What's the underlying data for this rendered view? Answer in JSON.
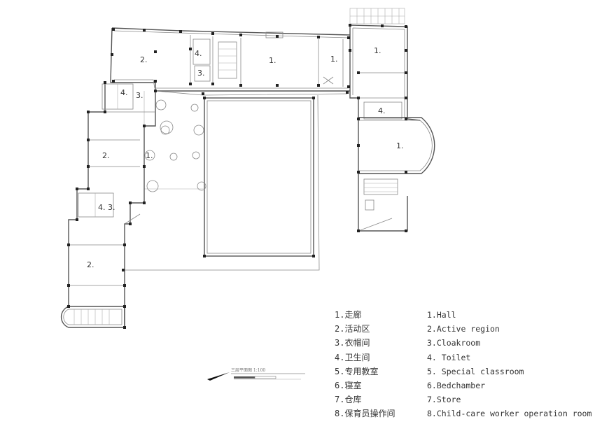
{
  "rooms": [
    {
      "id": "r2a",
      "label": "2."
    },
    {
      "id": "r4a",
      "label": "4."
    },
    {
      "id": "r3a",
      "label": "3."
    },
    {
      "id": "r1a",
      "label": "1."
    },
    {
      "id": "r1b",
      "label": "1."
    },
    {
      "id": "r1c",
      "label": "1."
    },
    {
      "id": "r4b",
      "label": "4."
    },
    {
      "id": "r3b",
      "label": "3."
    },
    {
      "id": "r4c",
      "label": "4."
    },
    {
      "id": "r1d",
      "label": "1."
    },
    {
      "id": "r2b",
      "label": "2."
    },
    {
      "id": "r1e",
      "label": "1."
    },
    {
      "id": "r4d",
      "label": "4."
    },
    {
      "id": "r3c",
      "label": "3."
    },
    {
      "id": "r2c",
      "label": "2."
    }
  ],
  "scale": {
    "title": "三层平面图 1:100"
  },
  "legend": {
    "chinese": [
      "1.走廊",
      "2.活动区",
      "3.衣帽间",
      "4.卫生间",
      "5.专用教室",
      "6.寝室",
      "7.仓库",
      "8.保育员操作间"
    ],
    "english": [
      "1.Hall",
      "2.Active region",
      "3.Cloakroom",
      "4.  Toilet",
      "5.  Special classroom",
      "6.Bedchamber",
      "7.Store",
      "8.Child-care worker operation room"
    ]
  }
}
